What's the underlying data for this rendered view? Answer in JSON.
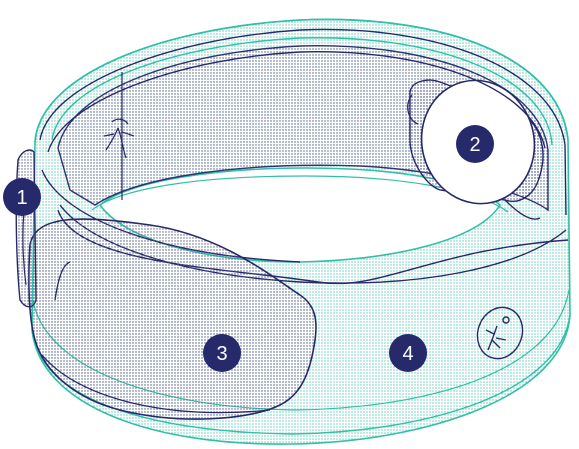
{
  "colors": {
    "teal": "#31bfa6",
    "navy": "#27296b",
    "callout_fill": "#262a6b",
    "callout_text": "#ffffff",
    "background": "#ffffff"
  },
  "callouts": [
    {
      "label": "1",
      "part": "band-edge"
    },
    {
      "label": "2",
      "part": "round-button-module"
    },
    {
      "label": "3",
      "part": "outer-pad"
    },
    {
      "label": "4",
      "part": "band-surface"
    }
  ],
  "icons": {
    "logo_mark": "running-figure-icon"
  }
}
